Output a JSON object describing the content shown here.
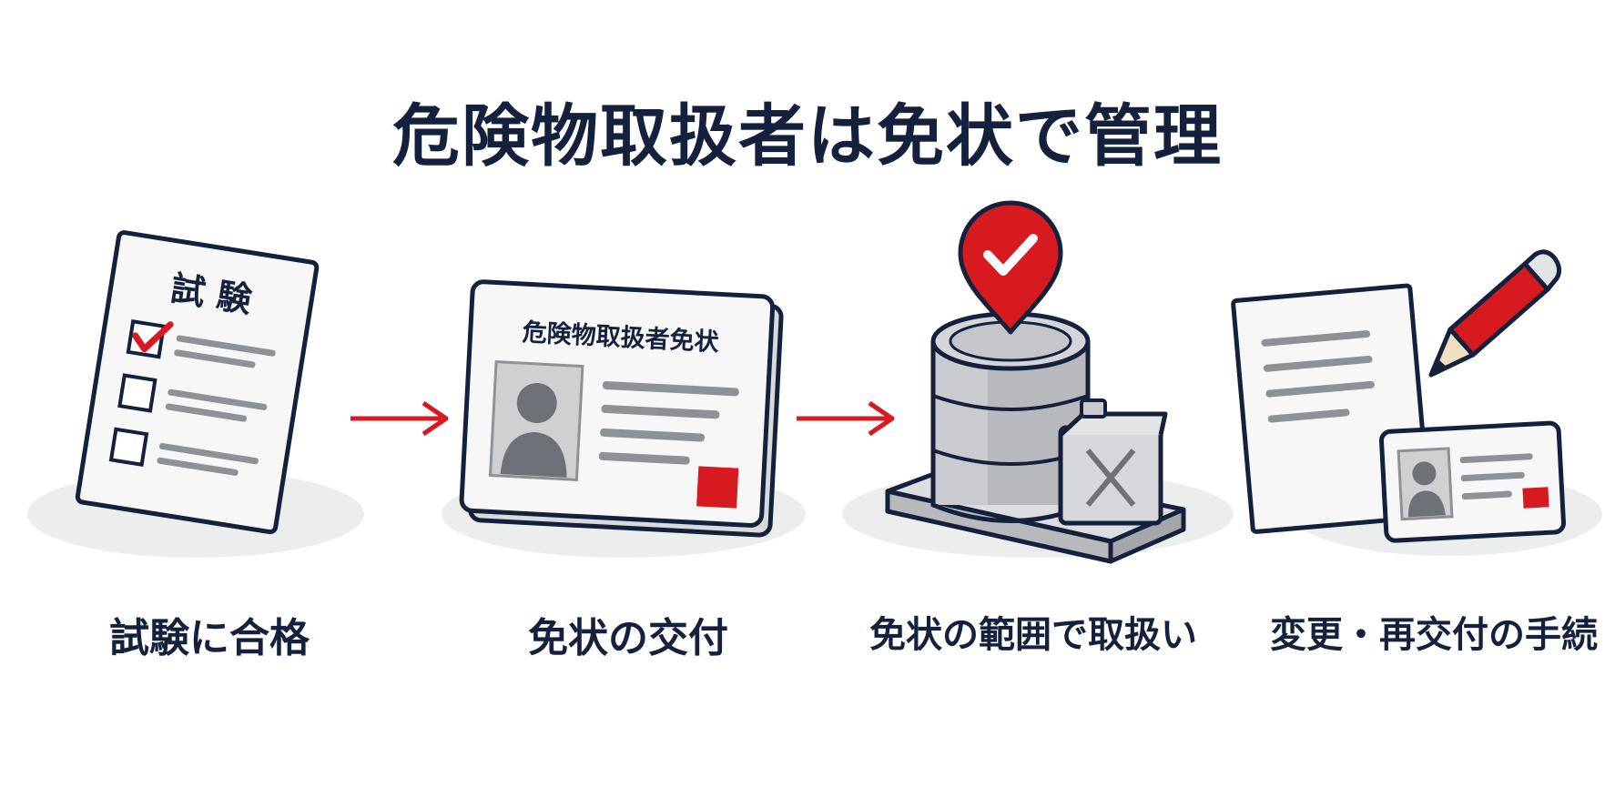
{
  "title": "危険物取扱者は免状で管理",
  "steps": [
    {
      "caption": "試験に合格",
      "icon": "exam-sheet-icon",
      "sheet_heading": "試 験"
    },
    {
      "caption": "免状の交付",
      "icon": "license-card-icon",
      "card_heading": "危険物取扱者免状"
    },
    {
      "caption": "免状の範囲で取扱い",
      "icon": "drum-and-can-icon"
    },
    {
      "caption": "変更・再交付の手続",
      "icon": "document-pencil-card-icon"
    }
  ],
  "colors": {
    "navy": "#14213d",
    "red": "#d71920",
    "gray": "#8e9196",
    "light_gray": "#e9eaec",
    "metal": "#b7b9bd"
  }
}
